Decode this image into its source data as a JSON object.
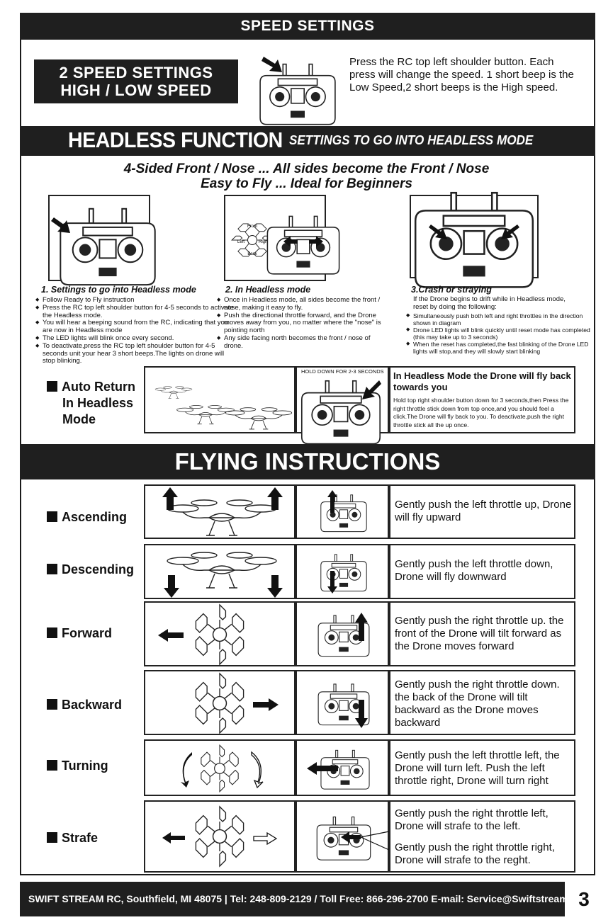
{
  "speed": {
    "header": "SPEED SETTINGS",
    "badge_line1": "2 SPEED SETTINGS",
    "badge_line2": "HIGH / LOW SPEED",
    "text": "Press the RC top left shoulder button. Each press will change the speed. 1 short beep is the Low Speed,2 short beeps is the High speed."
  },
  "headless": {
    "title": "HEADLESS FUNCTION",
    "subtitle": "SETTINGS TO GO INTO HEADLESS MODE",
    "tagline1": "4-Sided Front / Nose  ... All sides become the Front / Nose",
    "tagline2": "Easy to Fly ... Ideal for Beginners",
    "step1_title": "1. Settings to go into Headless mode",
    "step1_items": [
      "Follow Ready to Fly instruction",
      "Press the RC top left shoulder button for 4-5 seconds to activate the Headless mode.",
      "You will hear a beeping sound from the RC, indicating that you are now in Headless mode",
      "The LED lights will blink once every second.",
      "To deactivate,press the RC top left shoulder button for 4-5 seconds unit your hear 3 short beeps.The lights on drone will stop blinking."
    ],
    "step2_title": "2. In Headless mode",
    "step2_items": [
      "Once in Headless mode, all sides become the front / nose, making it easy to fly.",
      "Push the directional throttle forward, and the Drone moves away from you, no matter where the \"nose\" is pointing north",
      "Any side facing north becomes the front / nose of drone."
    ],
    "step3_title": "3.Crash or straying",
    "step3_intro": "If the Drone begins to drift while in Headless mode, reset by doing the following:",
    "step3_items": [
      "Simultaneously push both left and right throttles in the direction shown in diagram",
      "Drone LED lights will blink quickly until reset mode has completed (this may take up to 3 seconds)",
      "When the reset has completed,the fast blinking of the Drone LED lights will stop,and they will slowly start blinking"
    ],
    "diagram_labels": {
      "front": "Front",
      "left": "Left",
      "right": "Right",
      "back": "Back"
    }
  },
  "auto_return": {
    "label1": "Auto Return",
    "label2": "In Headless",
    "label3": "Mode",
    "hold_caption": "HOLD DOWN FOR 2-3 SECONDS",
    "title": "In Headless Mode the Drone will fly back towards you",
    "text": "Hold top right shoulder button down for 3 seconds,then Press the right throttle stick down from top once,and you should feel a click.The Drone will fly back to you. To deactivate,push the right throttle stick all the up once."
  },
  "flying": {
    "header": "FLYING INSTRUCTIONS",
    "rows": [
      {
        "label": "Ascending",
        "text": "Gently push the left throttle up, Drone will fly upward"
      },
      {
        "label": "Descending",
        "text": "Gently push the left throttle down, Drone will fly downward"
      },
      {
        "label": "Forward",
        "text": "Gently push the right throttle up. the front of the Drone will tilt forward as the Drone moves forward"
      },
      {
        "label": "Backward",
        "text": "Gently push the right throttle down. the back of the Drone will tilt backward as the Drone moves backward"
      },
      {
        "label": "Turning",
        "text": "Gently push the left throttle left, the Drone will turn left. Push the left throttle right, Drone will turn right"
      },
      {
        "label": "Strafe",
        "text": "Gently push the right throttle left, Drone will strafe to the left.",
        "text2": "Gently push the right throttle right, Drone will strafe to the reght."
      }
    ]
  },
  "footer": {
    "text": "SWIFT STREAM RC, Southfield, MI 48075 | Tel: 248-809-2129 / Toll Free: 866-296-2700   E-mail: Service@SwiftstreamRC.com",
    "page_number": "3"
  },
  "icons": [
    "arrow-up-icon",
    "arrow-down-icon",
    "arrow-left-icon",
    "arrow-right-icon",
    "drone-icon",
    "controller-icon",
    "rotate-left-icon",
    "rotate-right-icon",
    "outline-arrow-right-icon"
  ]
}
